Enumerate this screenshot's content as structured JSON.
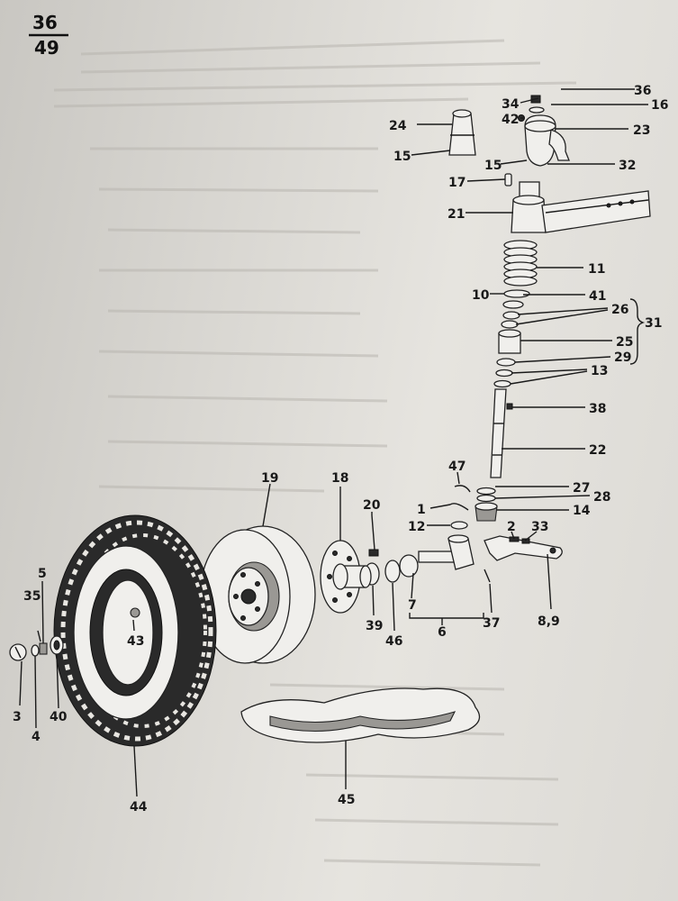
{
  "page_number": {
    "top": "36",
    "bottom": "49"
  },
  "callouts": {
    "n1": "1",
    "n2": "2",
    "n3": "3",
    "n4": "4",
    "n5": "5",
    "n6": "6",
    "n7": "7",
    "n89": "8,9",
    "n10": "10",
    "n11": "11",
    "n12": "12",
    "n13": "13",
    "n14": "14",
    "n15a": "15",
    "n15b": "15",
    "n16": "16",
    "n17": "17",
    "n18": "18",
    "n19": "19",
    "n20": "20",
    "n21": "21",
    "n22": "22",
    "n23": "23",
    "n24": "24",
    "n25": "25",
    "n26": "26",
    "n27": "27",
    "n28": "28",
    "n29": "29",
    "n31": "31",
    "n32": "32",
    "n33": "33",
    "n34": "34",
    "n35": "35",
    "n36": "36",
    "n37": "37",
    "n38": "38",
    "n39": "39",
    "n40": "40",
    "n41": "41",
    "n42": "42",
    "n43": "43",
    "n44": "44",
    "n45": "45",
    "n46": "46",
    "n47": "47"
  }
}
